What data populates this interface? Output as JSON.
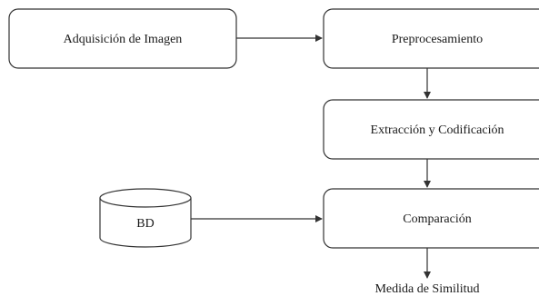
{
  "nodes": {
    "adquisicion": {
      "label": "Adquisición de Imagen"
    },
    "preprocesamiento": {
      "label": "Preprocesamiento"
    },
    "extraccion": {
      "label": "Extracción y Codificación"
    },
    "comparacion": {
      "label": "Comparación"
    },
    "bd": {
      "label": "BD"
    }
  },
  "output": {
    "label": "Medida de Similitud"
  }
}
